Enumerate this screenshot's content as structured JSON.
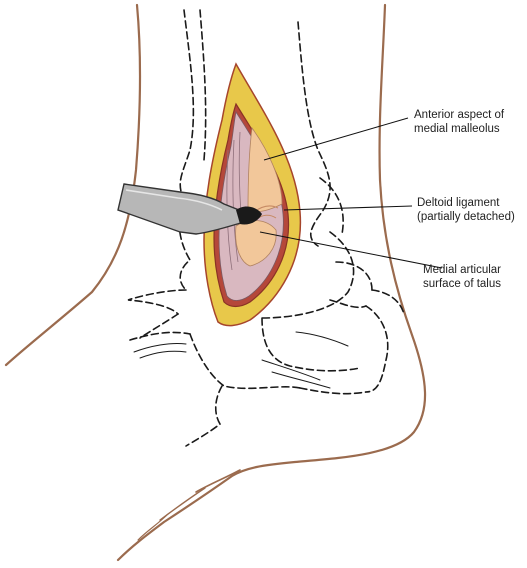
{
  "labels": {
    "malleolus": {
      "line1": "Anterior aspect of",
      "line2": "medial malleolus"
    },
    "deltoid": {
      "line1": "Deltoid ligament",
      "line2": "(partially detached)"
    },
    "talus": {
      "line1": "Medial articular",
      "line2": "surface of talus"
    }
  },
  "colors": {
    "skin_outline": "#9b6b4e",
    "incision_fat": "#e8c84a",
    "incision_edge": "#a6452c",
    "tissue": "#d9b8c0",
    "bone": "#f2c79a",
    "retractor": "#b7b7b7",
    "hidden_bone_lines": "#1a1a1a"
  }
}
